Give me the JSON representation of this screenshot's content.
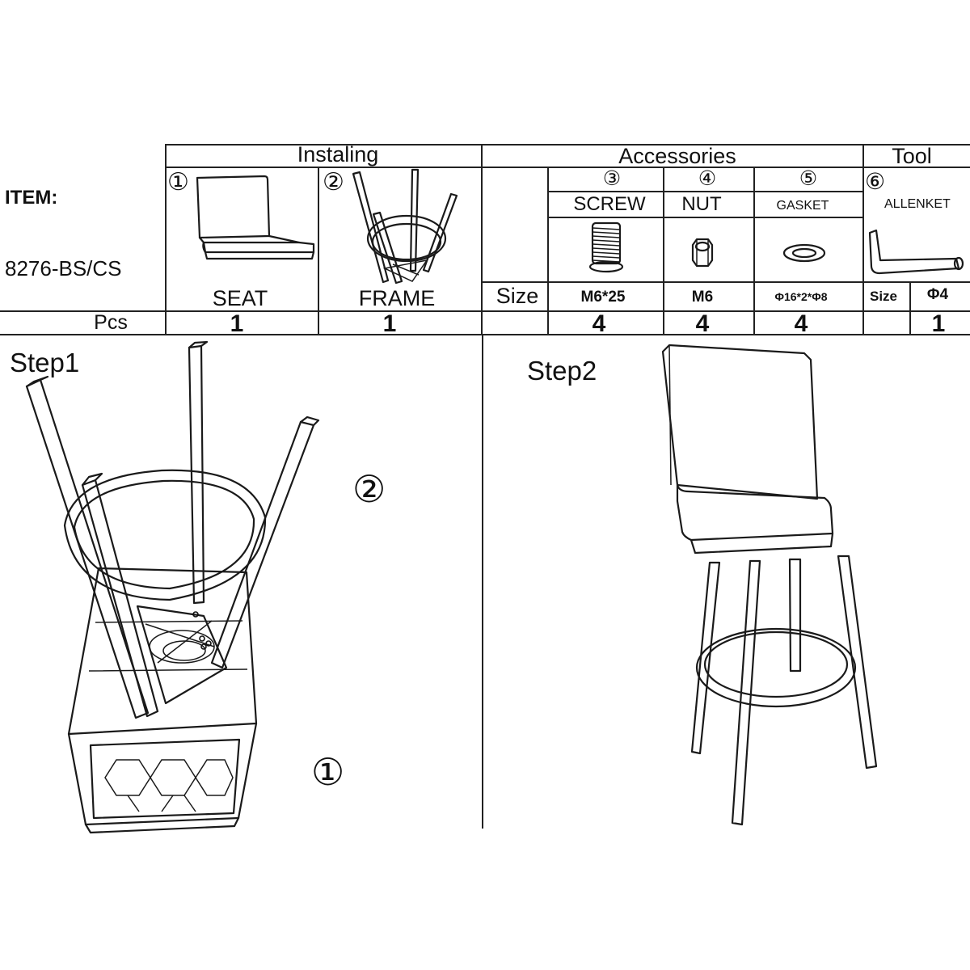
{
  "table": {
    "group_instaling": "Instaling",
    "group_accessories": "Accessories",
    "group_tool": "Tool",
    "item_label": "ITEM:",
    "model": "8276-BS/CS",
    "pcs_label": "Pcs",
    "size_label": "Size",
    "parts": [
      {
        "num": "①",
        "name": "SEAT",
        "pcs": "1"
      },
      {
        "num": "②",
        "name": "FRAME",
        "pcs": "1"
      }
    ],
    "accessories": [
      {
        "num": "③",
        "name": "SCREW",
        "size": "M6*25",
        "pcs": "4",
        "icon": "screw-icon"
      },
      {
        "num": "④",
        "name": "NUT",
        "size": "M6",
        "pcs": "4",
        "icon": "nut-icon"
      },
      {
        "num": "⑤",
        "name": "GASKET",
        "size": "Φ16*2*Φ8",
        "pcs": "4",
        "icon": "gasket-icon"
      }
    ],
    "tool": {
      "num": "⑥",
      "name": "ALLENKET",
      "size_label": "Size",
      "size": "Φ4",
      "pcs": "1",
      "icon": "allen-key-icon"
    }
  },
  "steps": [
    {
      "label": "Step1",
      "callouts": [
        "②",
        "①"
      ]
    },
    {
      "label": "Step2"
    }
  ]
}
